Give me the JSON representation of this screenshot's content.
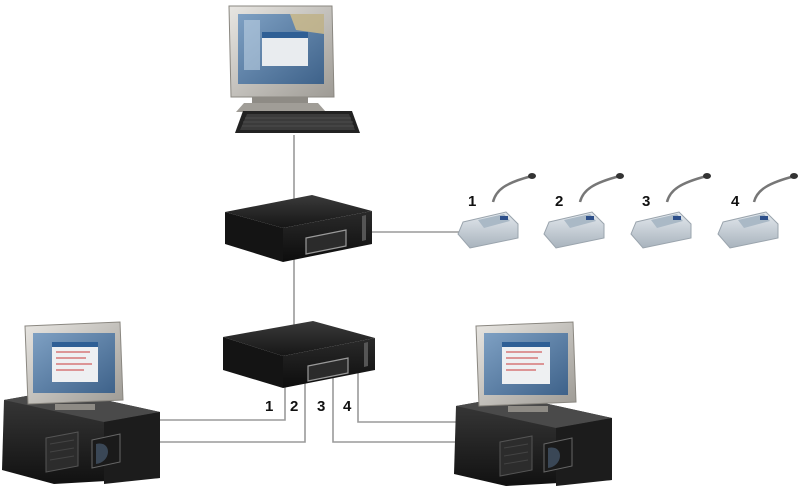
{
  "microphones": [
    {
      "label": "1"
    },
    {
      "label": "2"
    },
    {
      "label": "3"
    },
    {
      "label": "4"
    }
  ],
  "ports": [
    {
      "label": "1"
    },
    {
      "label": "2"
    },
    {
      "label": "3"
    },
    {
      "label": "4"
    }
  ],
  "colors": {
    "wire": "#9a9a9a",
    "device": "#1c1c1c",
    "mic_base": "#c9d3dc",
    "screen": "#5a7fa3"
  }
}
